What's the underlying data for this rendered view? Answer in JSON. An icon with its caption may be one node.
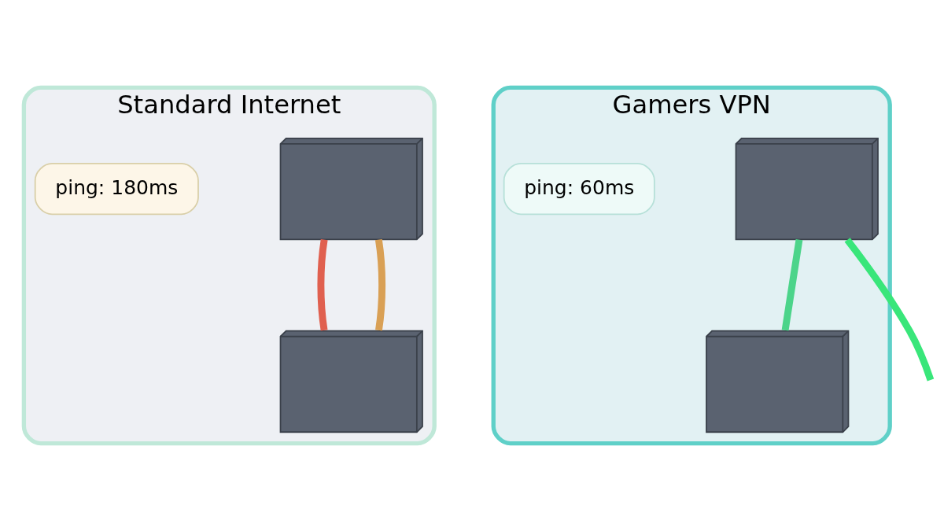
{
  "diagram": {
    "nodes": [
      {
        "text": [
          "Standard Internet"
        ]
      },
      {
        "text": [],
        "shape": "picture",
        "in": 0
      },
      {
        "text": [],
        "shape": "picture",
        "in": 0
      },
      {
        "text": [
          "ping: 180ms"
        ],
        "in": 0
      },
      {
        "text": [
          "Gamers VPN"
        ]
      },
      {
        "text": [],
        "shape": "picture",
        "in": 4
      },
      {
        "text": [],
        "shape": "picture",
        "in": 4
      },
      {
        "text": [
          "ping: 60ms"
        ],
        "in": 4
      }
    ],
    "edges": [
      {
        "from": 2,
        "to": 1,
        "arrow": "none",
        "color": "#e0604f"
      },
      {
        "from": 2,
        "to": 1,
        "arrow": "none",
        "color": "#d9a055"
      },
      {
        "from": 6,
        "to": 5,
        "arrow": "none",
        "color": "#4cd48a"
      },
      {
        "from": 5,
        "to": null,
        "arrow": "none",
        "color": "#39e67a"
      }
    ]
  }
}
